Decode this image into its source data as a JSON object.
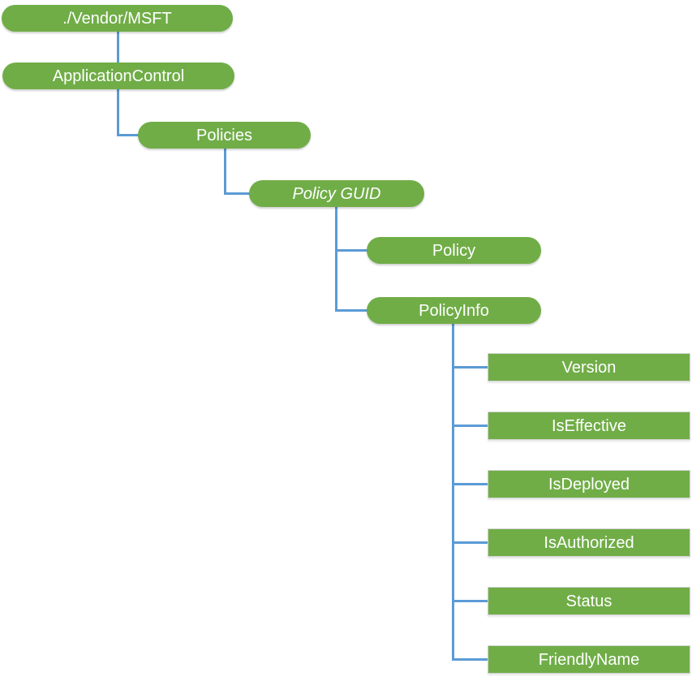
{
  "diagram": {
    "type": "tree",
    "orientation": "top-down",
    "description": "CSP node hierarchy diagram",
    "colors": {
      "node_fill": "#70ad47",
      "node_text": "#ffffff",
      "connector": "#5b9bd5",
      "leaf_border": "#d4d4d4"
    },
    "nodes": [
      {
        "label": "./Vendor/MSFT",
        "shape": "pill",
        "depth": 0,
        "italic": false
      },
      {
        "label": "ApplicationControl",
        "shape": "pill",
        "depth": 1,
        "italic": false
      },
      {
        "label": "Policies",
        "shape": "pill",
        "depth": 2,
        "italic": false
      },
      {
        "label": "Policy GUID",
        "shape": "pill",
        "depth": 3,
        "italic": true
      },
      {
        "label": "Policy",
        "shape": "pill",
        "depth": 4,
        "italic": false
      },
      {
        "label": "PolicyInfo",
        "shape": "pill",
        "depth": 4,
        "italic": false
      },
      {
        "label": "Version",
        "shape": "rect",
        "depth": 5,
        "italic": false
      },
      {
        "label": "IsEffective",
        "shape": "rect",
        "depth": 5,
        "italic": false
      },
      {
        "label": "IsDeployed",
        "shape": "rect",
        "depth": 5,
        "italic": false
      },
      {
        "label": "IsAuthorized",
        "shape": "rect",
        "depth": 5,
        "italic": false
      },
      {
        "label": "Status",
        "shape": "rect",
        "depth": 5,
        "italic": false
      },
      {
        "label": "FriendlyName",
        "shape": "rect",
        "depth": 5,
        "italic": false
      }
    ],
    "edges": [
      {
        "from": "./Vendor/MSFT",
        "to": "ApplicationControl"
      },
      {
        "from": "ApplicationControl",
        "to": "Policies"
      },
      {
        "from": "Policies",
        "to": "Policy GUID"
      },
      {
        "from": "Policy GUID",
        "to": "Policy"
      },
      {
        "from": "Policy GUID",
        "to": "PolicyInfo"
      },
      {
        "from": "PolicyInfo",
        "to": "Version"
      },
      {
        "from": "PolicyInfo",
        "to": "IsEffective"
      },
      {
        "from": "PolicyInfo",
        "to": "IsDeployed"
      },
      {
        "from": "PolicyInfo",
        "to": "IsAuthorized"
      },
      {
        "from": "PolicyInfo",
        "to": "Status"
      },
      {
        "from": "PolicyInfo",
        "to": "FriendlyName"
      }
    ]
  }
}
